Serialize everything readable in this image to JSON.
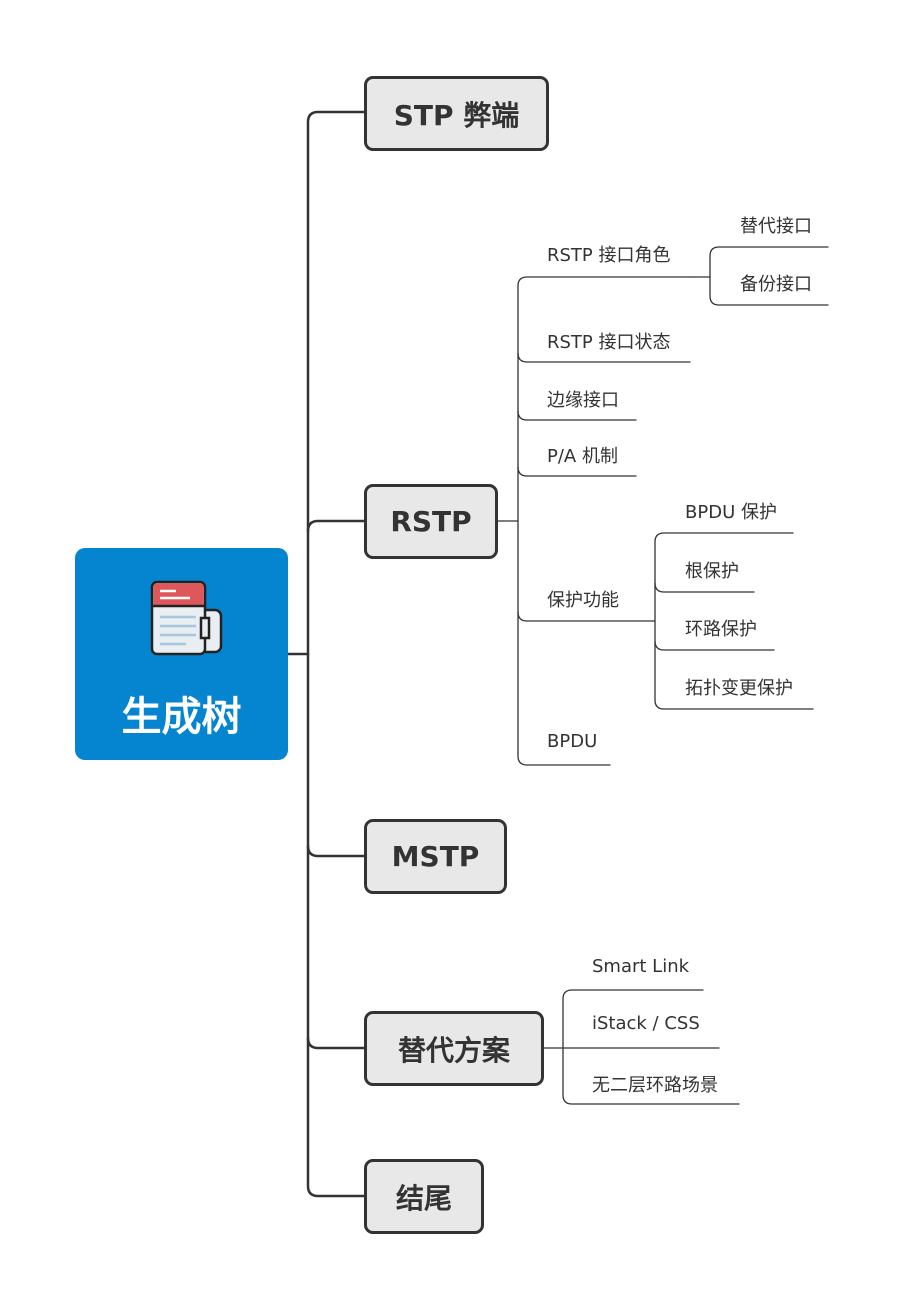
{
  "root": {
    "title": "生成树",
    "icon": "newspaper-icon",
    "color": "#0585d0"
  },
  "branches": {
    "stp_drawbacks": "STP 弊端",
    "rstp": {
      "label": "RSTP",
      "children": {
        "port_roles": {
          "label": "RSTP 接口角色",
          "children": [
            "替代接口",
            "备份接口"
          ]
        },
        "port_states": "RSTP 接口状态",
        "edge_port": "边缘接口",
        "pa_mechanism": "P/A 机制",
        "protection": {
          "label": "保护功能",
          "children": [
            "BPDU 保护",
            "根保护",
            "环路保护",
            "拓扑变更保护"
          ]
        },
        "bpdu": "BPDU"
      }
    },
    "mstp": "MSTP",
    "alternatives": {
      "label": "替代方案",
      "children": [
        "Smart Link",
        "iStack / CSS",
        "无二层环路场景"
      ]
    },
    "ending": "结尾"
  },
  "colors": {
    "line": "#333333",
    "node_fill": "#e8e8e8",
    "root_fill": "#0585d0"
  }
}
